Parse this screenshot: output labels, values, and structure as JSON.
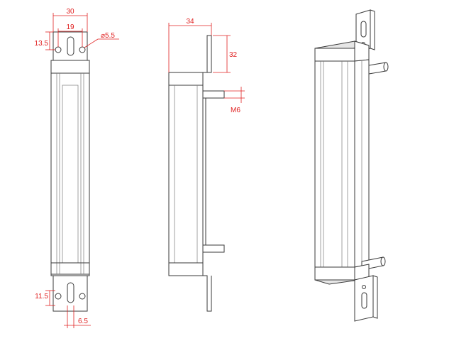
{
  "dimensions": {
    "front_width": "30",
    "front_hole_spacing": "19",
    "front_top_offset": "13.5",
    "front_hole_dia": "⌀5.5",
    "front_bottom_offset": "11.5",
    "front_slot_width": "6.5",
    "side_depth": "34",
    "side_bracket_height": "32",
    "side_thread": "M6"
  },
  "colors": {
    "dimension": "#e02020",
    "outline": "#3a3a3a"
  }
}
